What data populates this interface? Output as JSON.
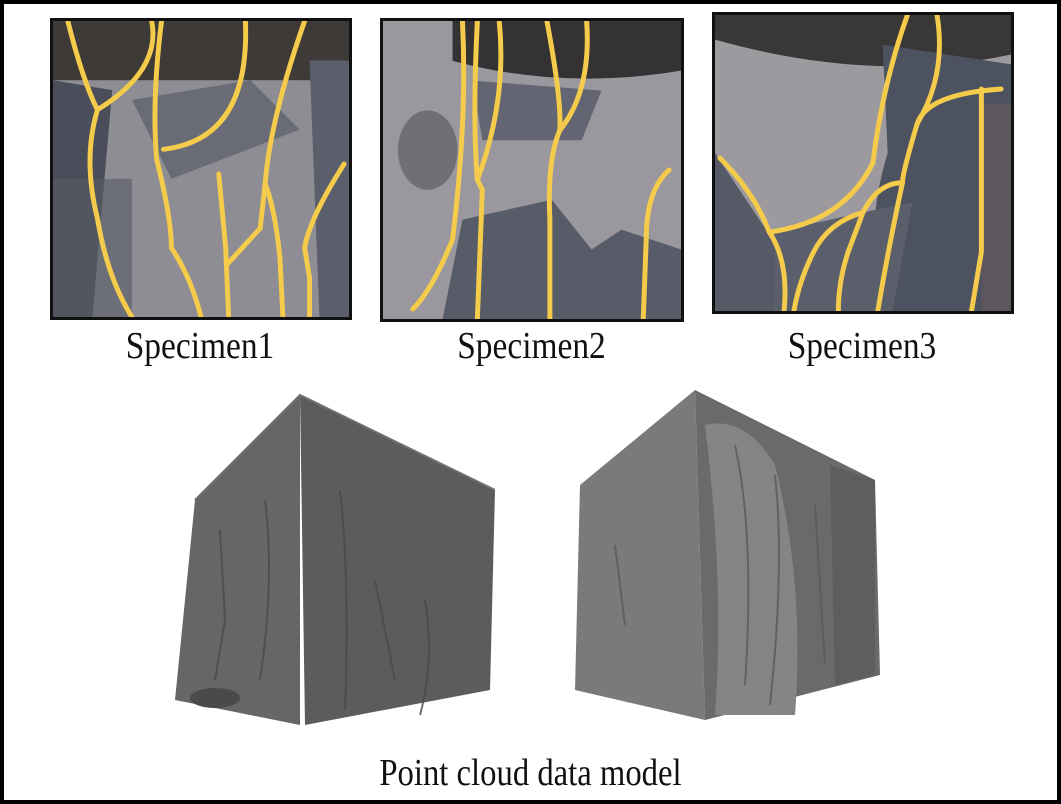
{
  "figure": {
    "specimens": [
      {
        "label": "Specimen1"
      },
      {
        "label": "Specimen2"
      },
      {
        "label": "Specimen3"
      }
    ],
    "caption": "Point cloud data model",
    "colors": {
      "crack_line": "#F5CB4B",
      "concrete_light": "#9c9aa0",
      "concrete_dark": "#4a4f5c",
      "model_gray": "#6e6e6e",
      "border": "#000000"
    }
  }
}
